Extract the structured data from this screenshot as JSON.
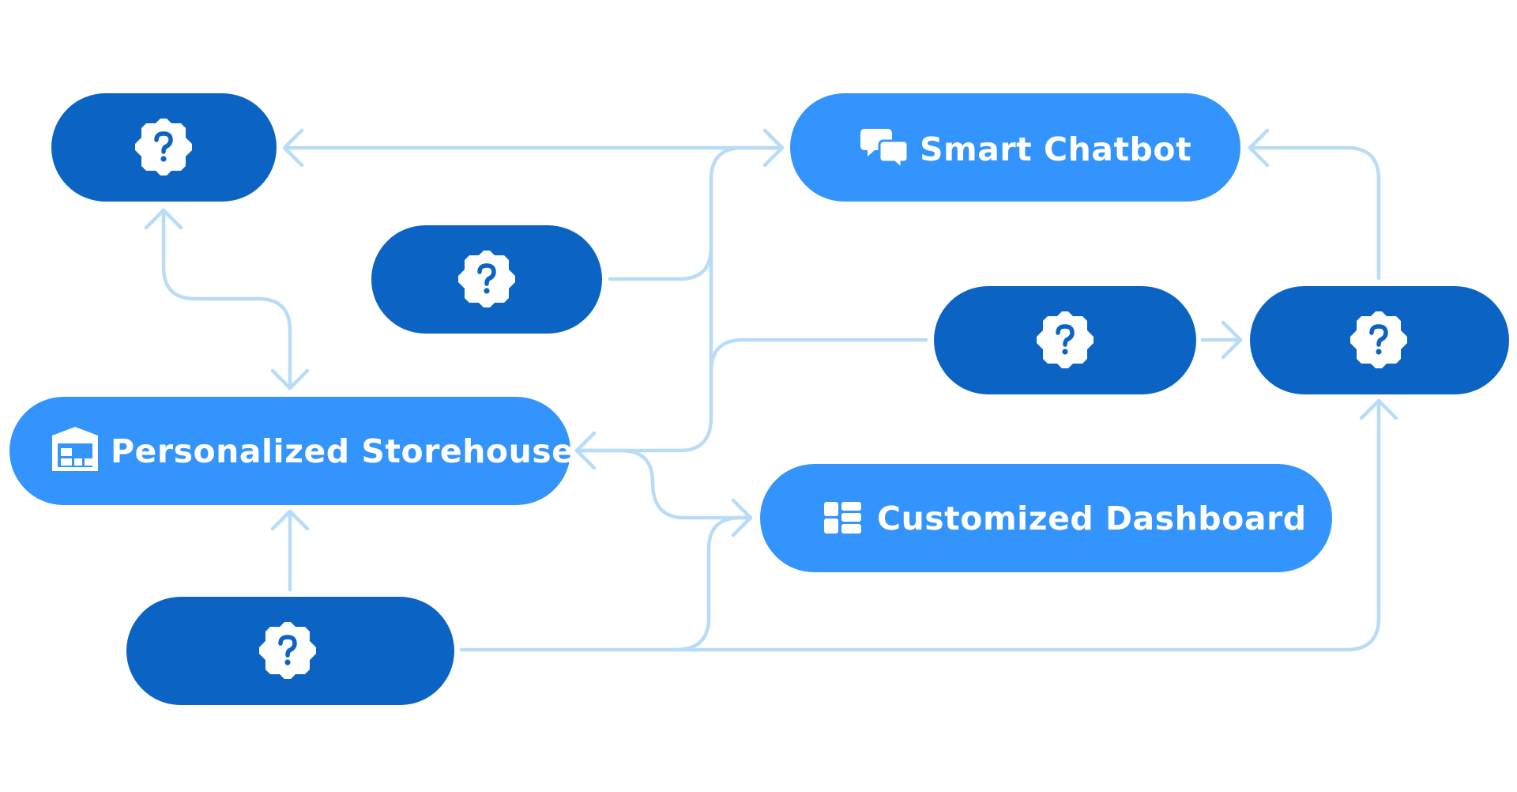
{
  "nodes": {
    "smart_chatbot": {
      "label": "Smart Chatbot",
      "icon": "chat-bubbles-icon",
      "color": "#3294fc"
    },
    "personalized_storehouse": {
      "label": "Personalized Storehouse",
      "icon": "warehouse-icon",
      "color": "#3294fc"
    },
    "customized_dashboard": {
      "label": "Customized Dashboard",
      "icon": "dashboard-grid-icon",
      "color": "#3294fc"
    },
    "unknown_top_left": {
      "icon": "question-badge-icon",
      "color": "#0b63c4"
    },
    "unknown_middle": {
      "icon": "question-badge-icon",
      "color": "#0b63c4"
    },
    "unknown_center_right": {
      "icon": "question-badge-icon",
      "color": "#0b63c4"
    },
    "unknown_far_right": {
      "icon": "question-badge-icon",
      "color": "#0b63c4"
    },
    "unknown_bottom": {
      "icon": "question-badge-icon",
      "color": "#0b63c4"
    }
  },
  "edge_color": "#b8dcf8"
}
